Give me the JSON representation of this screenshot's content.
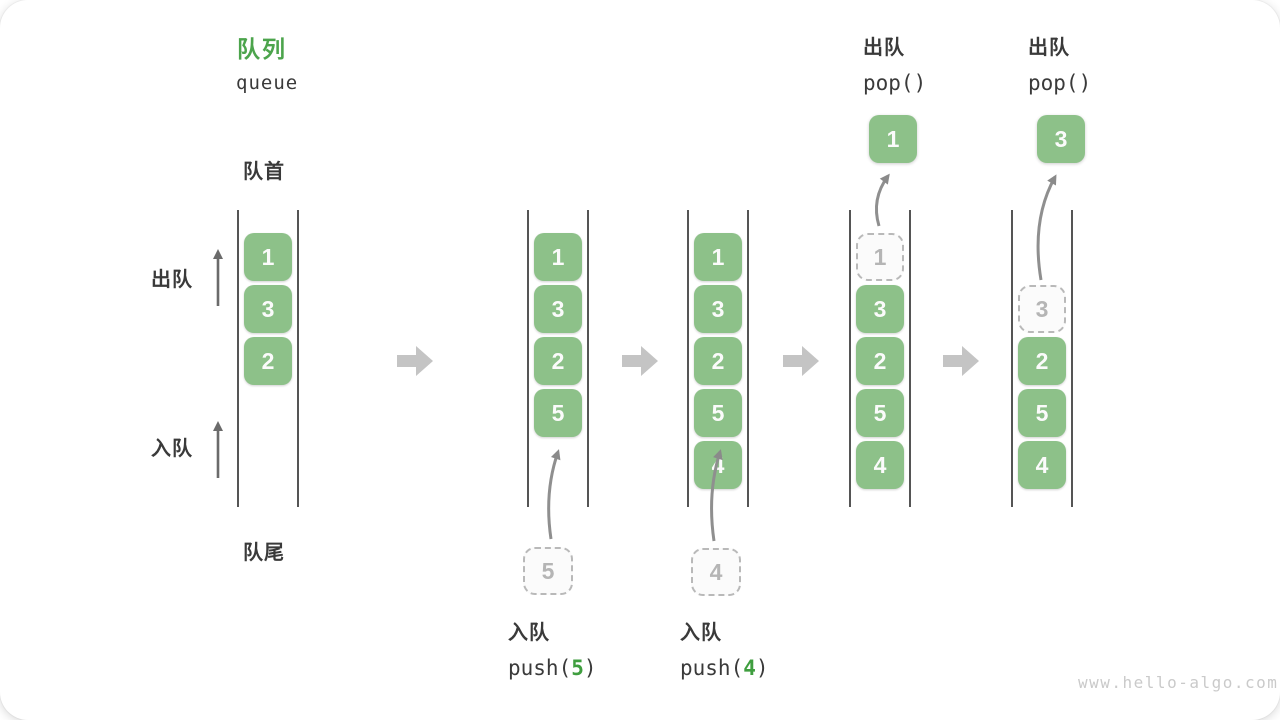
{
  "title": {
    "zh": "队列",
    "en": "queue"
  },
  "labels": {
    "front": "队首",
    "rear": "队尾",
    "dequeue": "出队",
    "enqueue": "入队"
  },
  "watermark": "www.hello-algo.com",
  "colors": {
    "box_green": "#8dc189",
    "accent_green": "#3f9e3f",
    "title_green": "#4ca44c",
    "block_arrow_gray": "#c4c4c4",
    "thin_arrow_gray": "#8a8a8a",
    "container_line": "#555555",
    "text_dark": "#3a3a3a",
    "dashed_border": "#b9b9b9",
    "dashed_text": "#b5b5b5"
  },
  "queues": [
    {
      "name": "state-initial",
      "boxes": [
        {
          "row": 1,
          "value": "1",
          "variant": "solid"
        },
        {
          "row": 2,
          "value": "3",
          "variant": "solid"
        },
        {
          "row": 3,
          "value": "2",
          "variant": "solid"
        }
      ]
    },
    {
      "name": "state-after-push-5",
      "boxes": [
        {
          "row": 1,
          "value": "1",
          "variant": "solid"
        },
        {
          "row": 2,
          "value": "3",
          "variant": "solid"
        },
        {
          "row": 3,
          "value": "2",
          "variant": "solid"
        },
        {
          "row": 4,
          "value": "5",
          "variant": "solid"
        }
      ],
      "staged_value": "5",
      "op": {
        "action": "入队",
        "call_prefix": "push(",
        "call_arg": "5",
        "call_suffix": ")"
      }
    },
    {
      "name": "state-after-push-4",
      "boxes": [
        {
          "row": 1,
          "value": "1",
          "variant": "solid"
        },
        {
          "row": 2,
          "value": "3",
          "variant": "solid"
        },
        {
          "row": 3,
          "value": "2",
          "variant": "solid"
        },
        {
          "row": 4,
          "value": "5",
          "variant": "solid"
        },
        {
          "row": 5,
          "value": "4",
          "variant": "solid"
        }
      ],
      "staged_value": "4",
      "op": {
        "action": "入队",
        "call_prefix": "push(",
        "call_arg": "4",
        "call_suffix": ")"
      }
    },
    {
      "name": "state-after-pop-1",
      "boxes": [
        {
          "row": 1,
          "value": "1",
          "variant": "dashed"
        },
        {
          "row": 2,
          "value": "3",
          "variant": "solid"
        },
        {
          "row": 3,
          "value": "2",
          "variant": "solid"
        },
        {
          "row": 4,
          "value": "5",
          "variant": "solid"
        },
        {
          "row": 5,
          "value": "4",
          "variant": "solid"
        }
      ],
      "popped_value": "1",
      "op": {
        "action": "出队",
        "call": "pop()"
      }
    },
    {
      "name": "state-after-pop-3",
      "boxes": [
        {
          "row": 2,
          "value": "3",
          "variant": "dashed"
        },
        {
          "row": 3,
          "value": "2",
          "variant": "solid"
        },
        {
          "row": 4,
          "value": "5",
          "variant": "solid"
        },
        {
          "row": 5,
          "value": "4",
          "variant": "solid"
        }
      ],
      "popped_value": "3",
      "op": {
        "action": "出队",
        "call": "pop()"
      }
    }
  ]
}
